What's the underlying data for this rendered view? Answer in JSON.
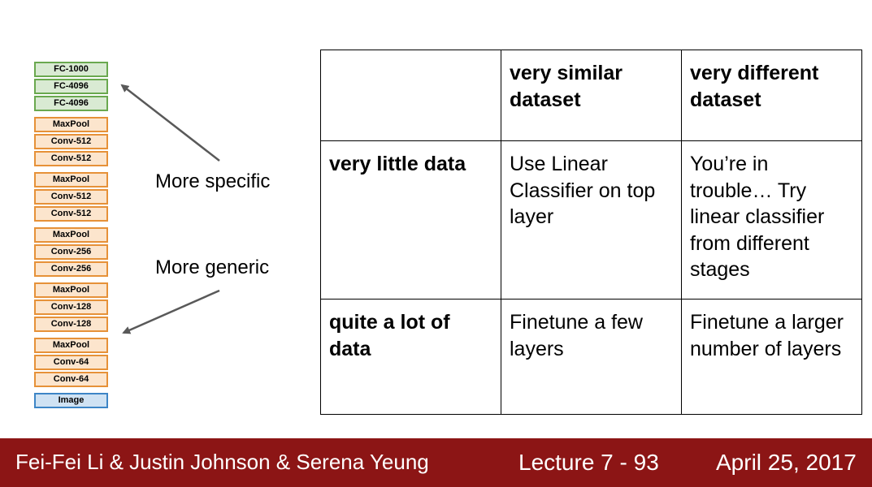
{
  "network": {
    "layers": [
      {
        "label": "FC-1000",
        "kind": "fc"
      },
      {
        "label": "FC-4096",
        "kind": "fc"
      },
      {
        "label": "FC-4096",
        "kind": "fc"
      },
      {
        "label": "MaxPool",
        "kind": "pool"
      },
      {
        "label": "Conv-512",
        "kind": "conv"
      },
      {
        "label": "Conv-512",
        "kind": "conv"
      },
      {
        "label": "MaxPool",
        "kind": "pool"
      },
      {
        "label": "Conv-512",
        "kind": "conv"
      },
      {
        "label": "Conv-512",
        "kind": "conv"
      },
      {
        "label": "MaxPool",
        "kind": "pool"
      },
      {
        "label": "Conv-256",
        "kind": "conv"
      },
      {
        "label": "Conv-256",
        "kind": "conv"
      },
      {
        "label": "MaxPool",
        "kind": "pool"
      },
      {
        "label": "Conv-128",
        "kind": "conv"
      },
      {
        "label": "Conv-128",
        "kind": "conv"
      },
      {
        "label": "MaxPool",
        "kind": "pool"
      },
      {
        "label": "Conv-64",
        "kind": "conv"
      },
      {
        "label": "Conv-64",
        "kind": "conv"
      },
      {
        "label": "Image",
        "kind": "img"
      }
    ],
    "colors": {
      "fc_fill": "#d9ead3",
      "fc_border": "#6aa84f",
      "conv_fill": "#fce5cd",
      "conv_border": "#e69138",
      "image_fill": "#cfe2f3",
      "image_border": "#3d85c6"
    }
  },
  "annotations": {
    "specific": "More specific",
    "generic": "More generic"
  },
  "table": {
    "header": [
      "",
      "very similar dataset",
      "very different dataset"
    ],
    "rows": [
      {
        "label": "very little data",
        "similar": "Use Linear Classifier on top layer",
        "different": "You’re in trouble… Try linear classifier from different stages"
      },
      {
        "label": "quite a lot of data",
        "similar": "Finetune a few layers",
        "different": "Finetune a larger number of layers"
      }
    ]
  },
  "footer": {
    "authors": "Fei-Fei Li & Justin Johnson & Serena Yeung",
    "lecture": "Lecture 7 - 93",
    "date": "April 25, 2017",
    "background": "#8c1515"
  }
}
